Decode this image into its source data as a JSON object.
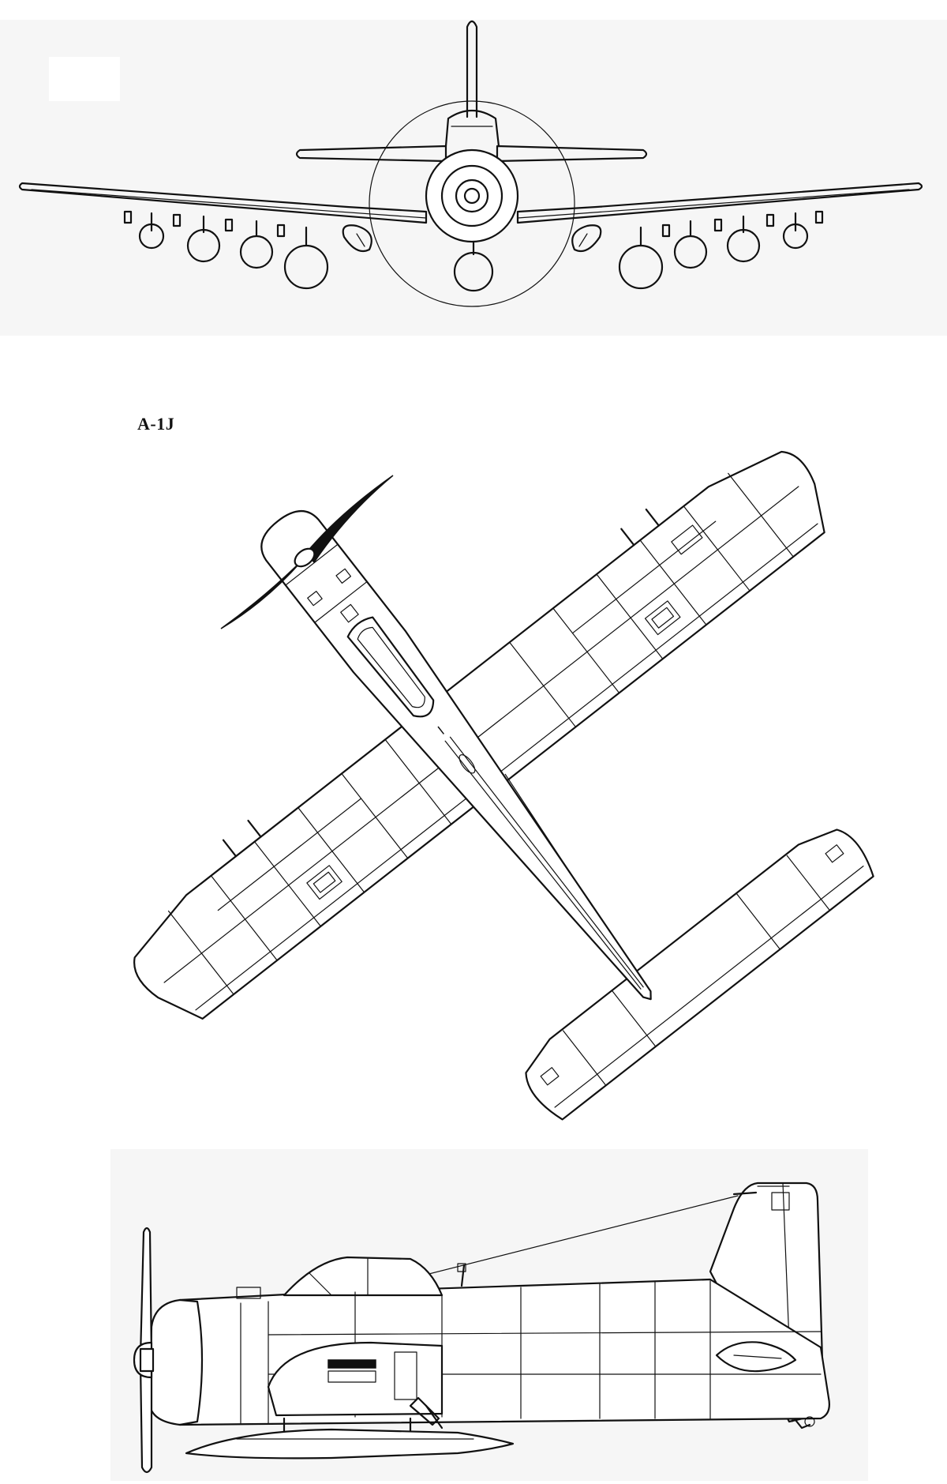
{
  "diagram": {
    "model_label": "A-1J",
    "views": [
      "front-view",
      "top-view",
      "side-view"
    ]
  },
  "colors": {
    "line": "#111111",
    "background": "#ffffff"
  }
}
